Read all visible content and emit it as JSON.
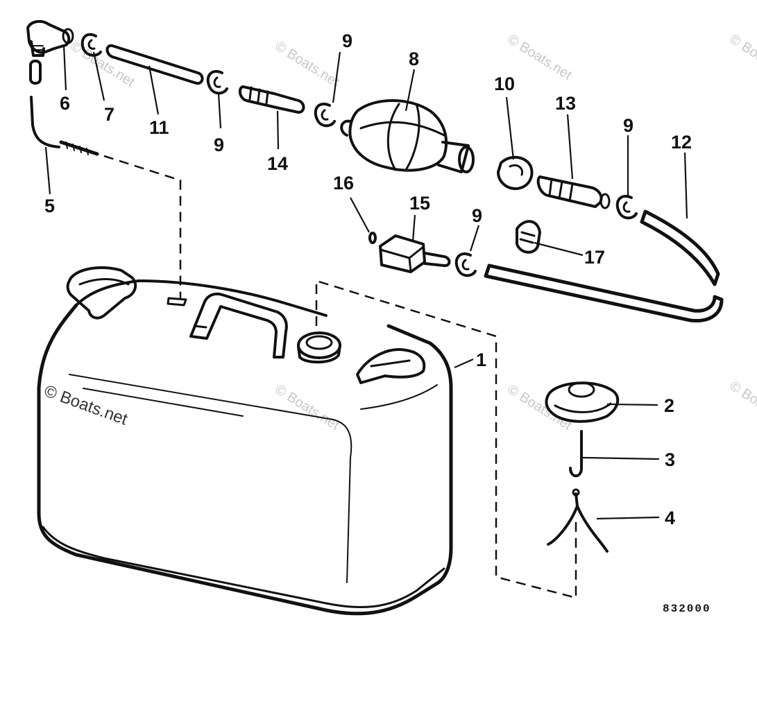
{
  "part_labels": [
    "1",
    "2",
    "3",
    "4",
    "5",
    "6",
    "7",
    "8",
    "9",
    "9",
    "9",
    "9",
    "10",
    "11",
    "12",
    "13",
    "14",
    "15",
    "16",
    "17"
  ],
  "drawing_number": "832000",
  "watermark_main": "© Boats.net",
  "watermark_faint": "© Boats.net"
}
